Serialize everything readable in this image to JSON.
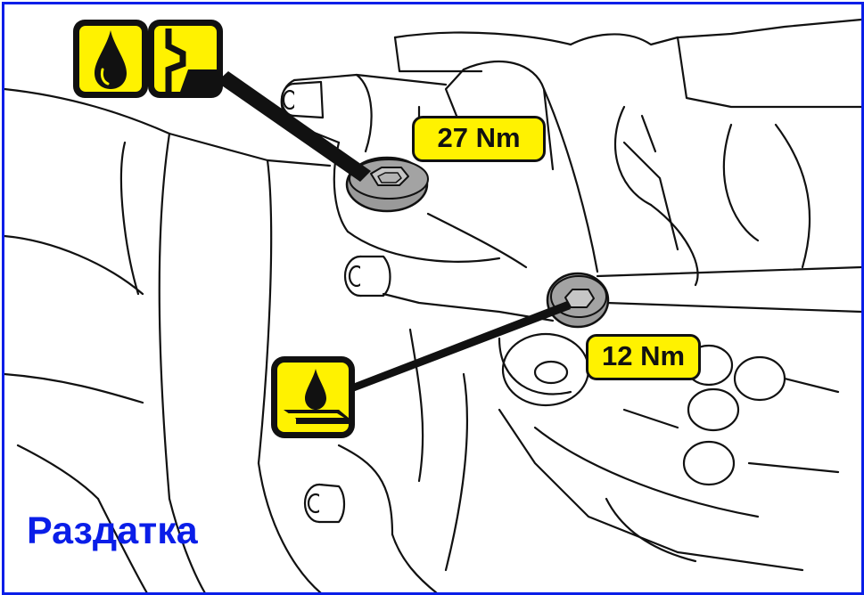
{
  "caption": {
    "text": "Раздатка",
    "color": "#0a1ee8"
  },
  "torque_labels": {
    "upper": "27 Nm",
    "lower": "12 Nm",
    "fill_color": "#fff200"
  },
  "symbols": {
    "upper": [
      "oil-drop-icon",
      "oil-level-icon"
    ],
    "lower": [
      "sealant-icon"
    ]
  },
  "frame_color": "#0a1ee8"
}
